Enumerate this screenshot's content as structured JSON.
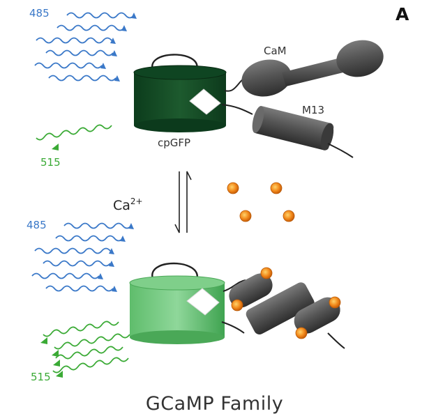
{
  "panel": {
    "letter": "A"
  },
  "light": {
    "excitation_nm": "485",
    "emission_nm": "515",
    "colors": {
      "excitation": "#3a78c8",
      "emission": "#3aaa35"
    }
  },
  "proteins": {
    "calmodulin": "CaM",
    "peptide": "M13",
    "fluorophore": "cpGFP"
  },
  "ion": {
    "symbol": "Ca",
    "charge": "2+",
    "color": "#f28a1c"
  },
  "title": "GCaMP Family",
  "states": [
    {
      "name": "calcium-free",
      "fluorescence": "dim"
    },
    {
      "name": "calcium-bound",
      "fluorescence": "bright"
    }
  ]
}
